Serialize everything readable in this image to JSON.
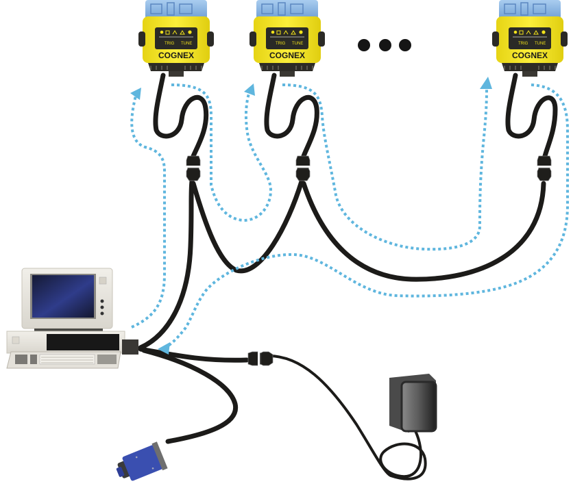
{
  "diagram": {
    "title": "Cognex cameras daisy-chained to a PC",
    "colors": {
      "camera_body": "#f2e21a",
      "camera_top": "#8ab8e6",
      "camera_panel": "#2a2a26",
      "cable": "#1c1b19",
      "flow_arrow": "#5fb6de",
      "pc_body": "#e8e6e0",
      "pc_screen": "#1c2450",
      "power_supply": "#4a4a4a",
      "connector_blue": "#3a4fb0"
    },
    "cameras": [
      {
        "id": "camera-1",
        "brand": "COGNEX",
        "button_left": "TRIG",
        "button_right": "TUNE"
      },
      {
        "id": "camera-2",
        "brand": "COGNEX",
        "button_left": "TRIG",
        "button_right": "TUNE"
      },
      {
        "id": "camera-n",
        "brand": "COGNEX",
        "button_left": "TRIG",
        "button_right": "TUNE"
      }
    ],
    "ellipsis": "more cameras",
    "nodes": {
      "pc": "Personal computer",
      "power_supply": "Power supply",
      "io_connector": "I/O connector"
    }
  }
}
